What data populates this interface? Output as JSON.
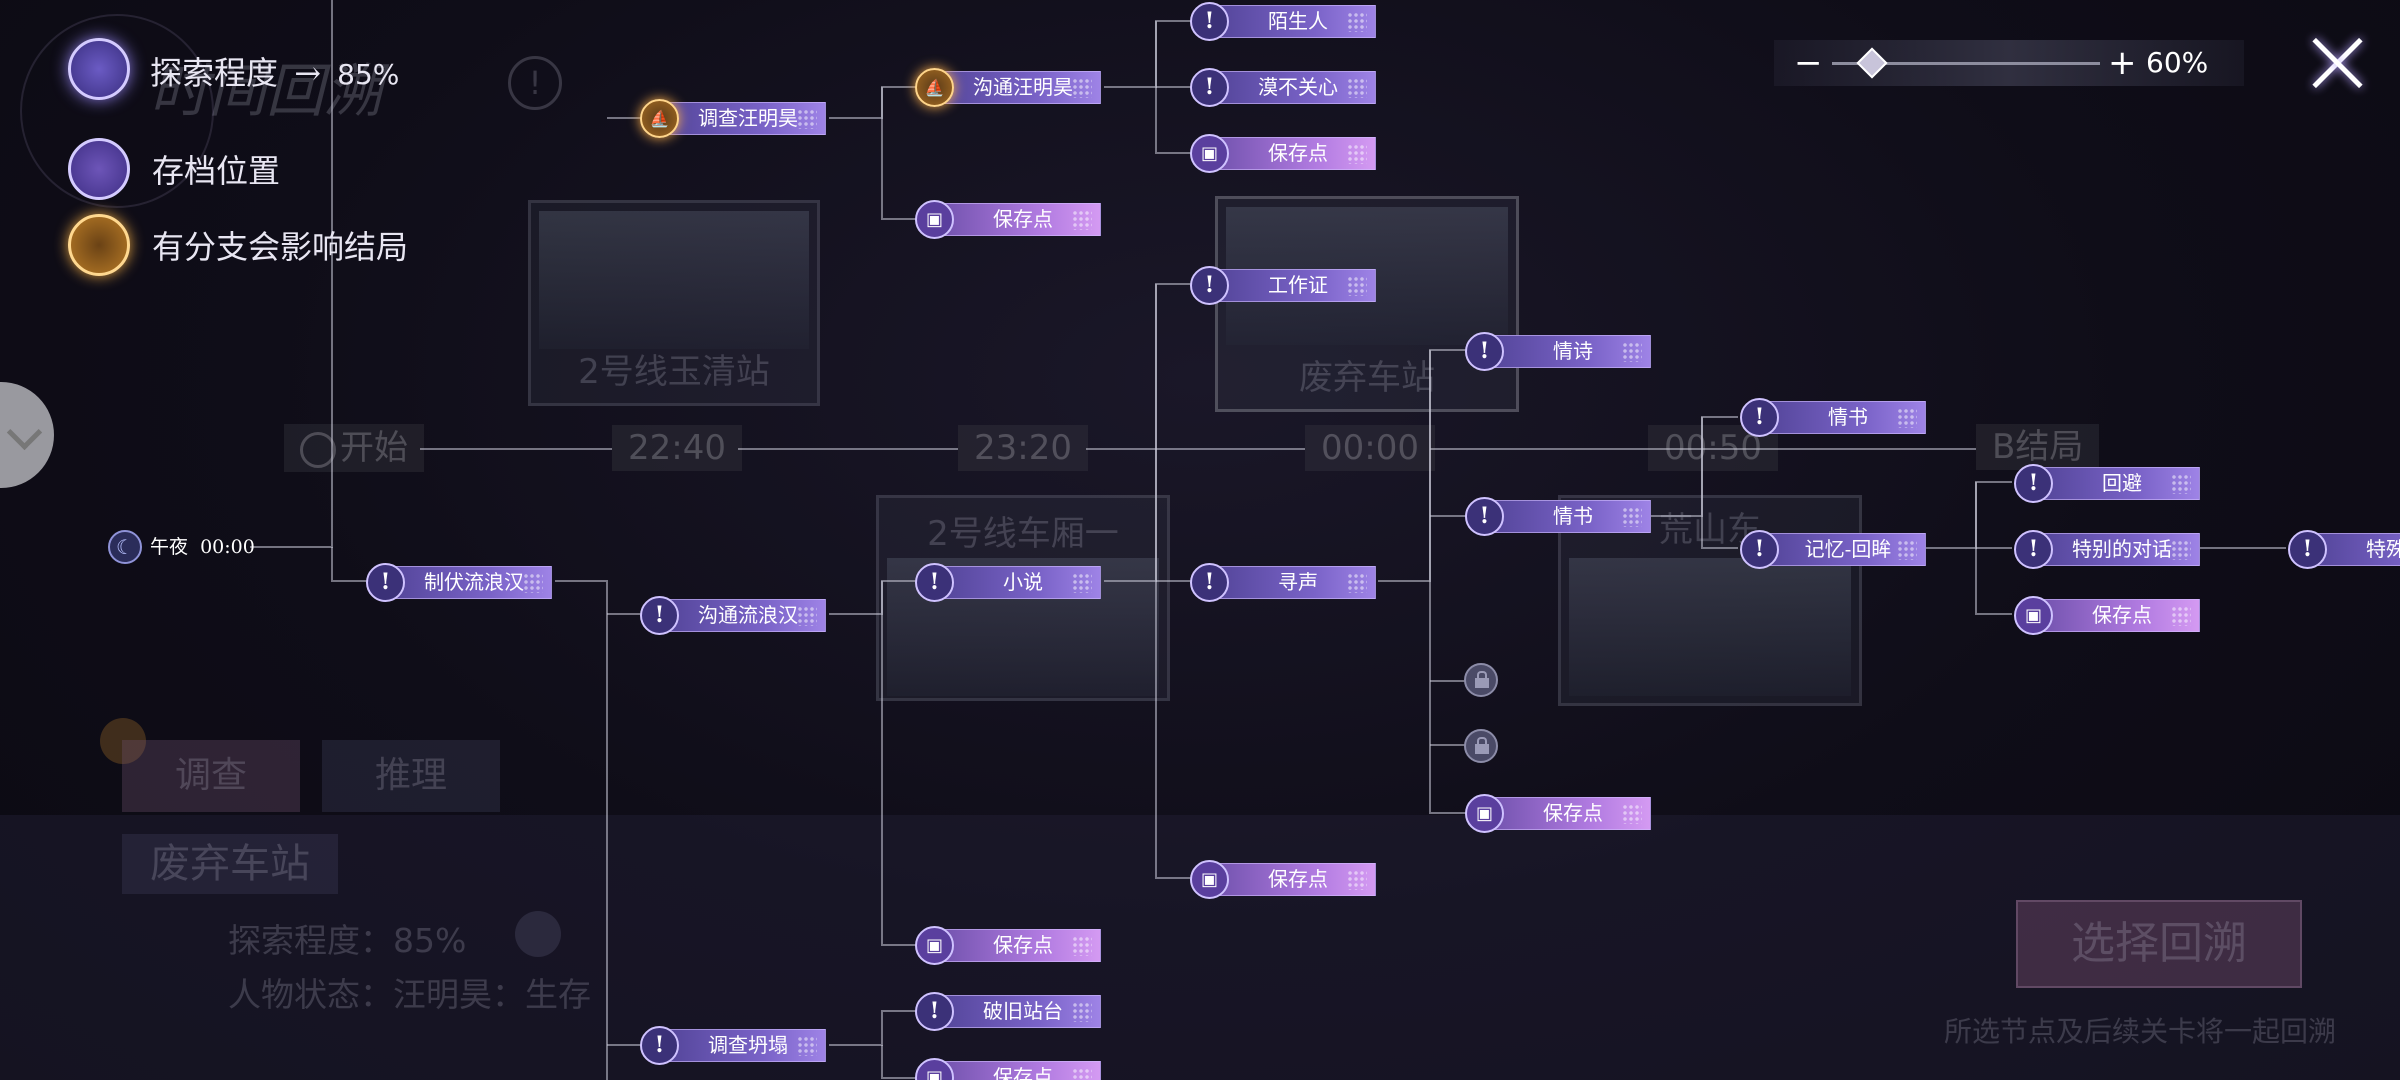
{
  "legend": {
    "progress_label": "探索程度",
    "progress_arrow": "→",
    "progress_value": "85%",
    "save_label": "存档位置",
    "branch_label": "有分支会影响结局"
  },
  "zoom": {
    "minus": "−",
    "plus": "+",
    "value": "60%",
    "level": 0.15
  },
  "close_icon": "close-icon",
  "background": {
    "title_ghost": "时间回溯",
    "start": "开始",
    "times": [
      "22:40",
      "23:20",
      "00:00",
      "00:50"
    ],
    "scenes": [
      "2号线玉清站",
      "2号线车厢一",
      "废弃车站",
      "荒山东"
    ],
    "ending": "B结局",
    "tabs": [
      "调查",
      "推理"
    ],
    "location": "废弃车站",
    "info_progress": "探索程度：85%",
    "info_status": "人物状态：汪明昊：生存",
    "select_button": "选择回溯",
    "select_hint": "所选节点及后续关卡将一起回溯"
  },
  "start_node": {
    "label": "午夜  00:00"
  },
  "nodes": [
    {
      "label": "陌生人",
      "type": "event"
    },
    {
      "label": "漠不关心",
      "type": "event"
    },
    {
      "label": "保存点",
      "type": "save"
    },
    {
      "label": "沟通汪明昊",
      "type": "branch"
    },
    {
      "label": "调查汪明昊",
      "type": "branch"
    },
    {
      "label": "保存点",
      "type": "save"
    },
    {
      "label": "工作证",
      "type": "event"
    },
    {
      "label": "情诗",
      "type": "event"
    },
    {
      "label": "情书",
      "type": "event"
    },
    {
      "label": "情书",
      "type": "event"
    },
    {
      "label": "回避",
      "type": "event"
    },
    {
      "label": "记忆-回眸",
      "type": "event"
    },
    {
      "label": "特别的对话",
      "type": "event"
    },
    {
      "label": "特殊梦",
      "type": "event"
    },
    {
      "label": "保存点",
      "type": "save"
    },
    {
      "label": "制伏流浪汉",
      "type": "event"
    },
    {
      "label": "沟通流浪汉",
      "type": "event"
    },
    {
      "label": "小说",
      "type": "event"
    },
    {
      "label": "寻声",
      "type": "event"
    },
    {
      "label": "保存点",
      "type": "save"
    },
    {
      "label": "保存点",
      "type": "save"
    },
    {
      "label": "保存点",
      "type": "save"
    },
    {
      "label": "调查坍塌",
      "type": "event"
    },
    {
      "label": "破旧站台",
      "type": "event"
    },
    {
      "label": "保存点",
      "type": "save"
    }
  ]
}
